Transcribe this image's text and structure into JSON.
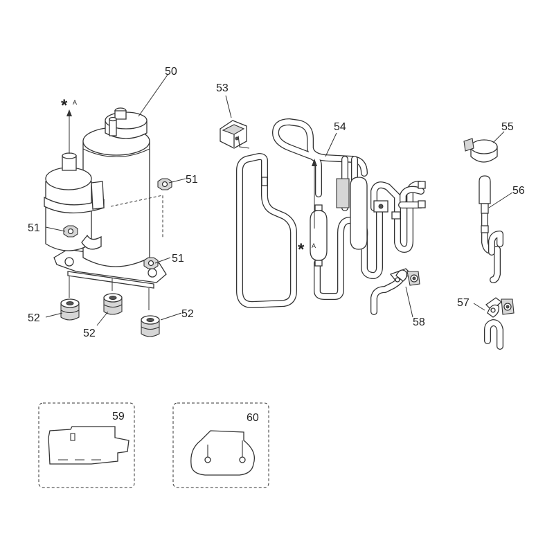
{
  "labels": {
    "p50": "50",
    "p51a": "51",
    "p51b": "51",
    "p51c": "51",
    "p52a": "52",
    "p52b": "52",
    "p52c": "52",
    "p53": "53",
    "p54": "54",
    "p55": "55",
    "p56": "56",
    "p57": "57",
    "p58": "58",
    "p59": "59",
    "p60": "60"
  },
  "markers": {
    "star": "*",
    "ref": "A"
  },
  "colors": {
    "line": "#333333",
    "fill": "#ffffff",
    "shade": "#d6d6d6"
  }
}
